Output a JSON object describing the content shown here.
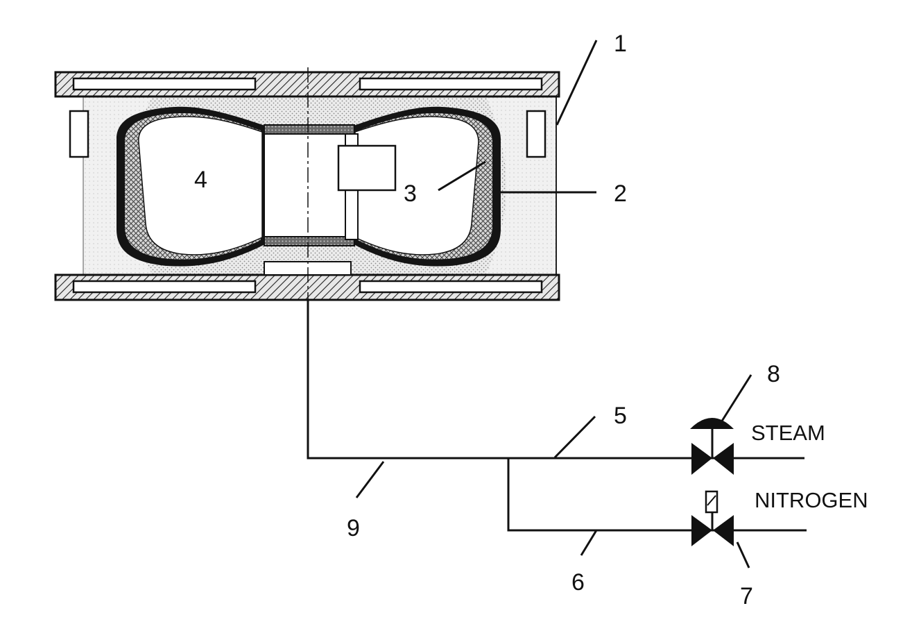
{
  "labels": {
    "mold": "1",
    "heating_jacket": "2",
    "bladder": "3",
    "tire": "4",
    "steam_line": "5",
    "nitrogen_line": "6",
    "nitrogen_valve": "7",
    "steam_valve": "8",
    "common_line": "9"
  },
  "fluids": {
    "steam": "STEAM",
    "nitrogen": "NITROGEN"
  }
}
